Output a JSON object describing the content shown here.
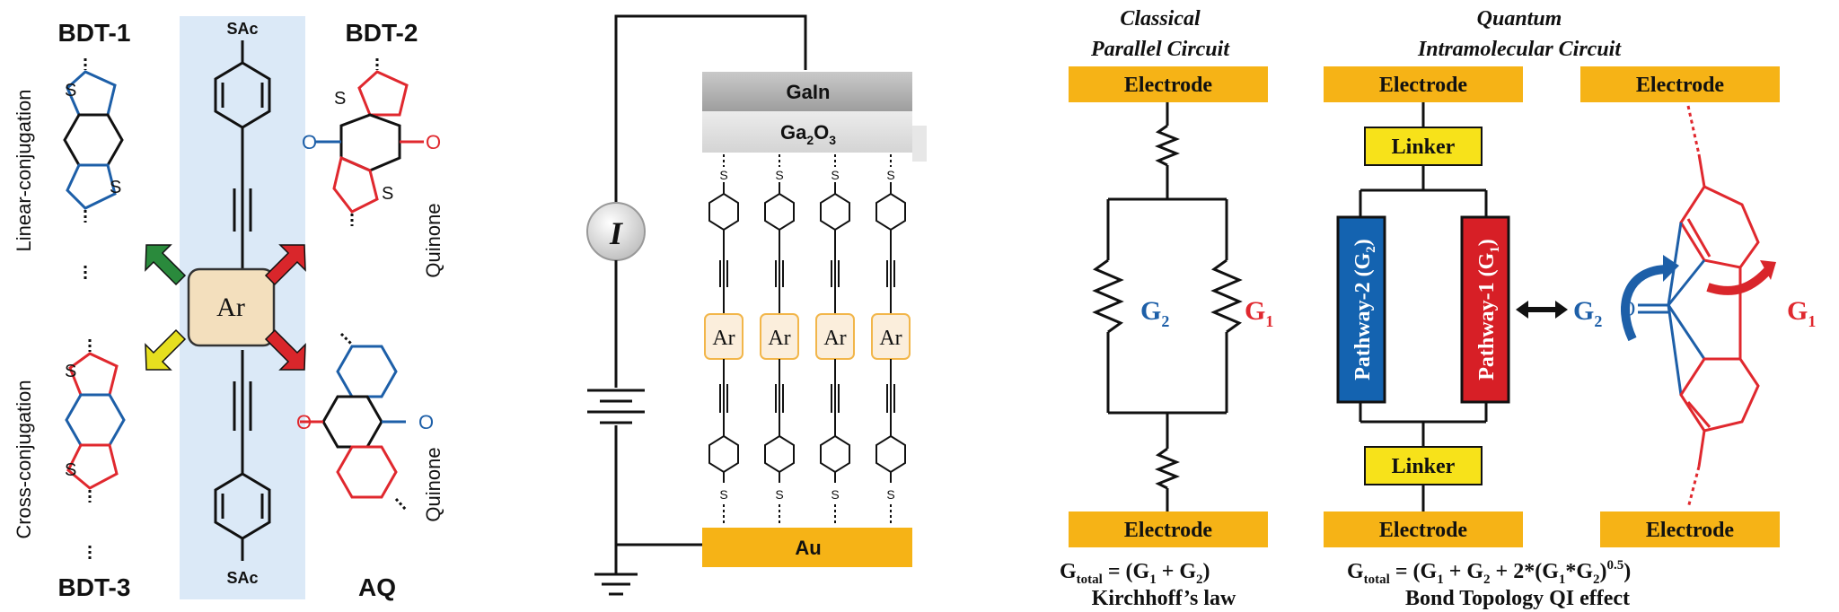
{
  "panel_a": {
    "core_group": "SAc",
    "core_group_bottom": "SAc",
    "ar_label": "Ar",
    "bdt1": "BDT-1",
    "bdt2": "BDT-2",
    "bdt3": "BDT-3",
    "aq": "AQ",
    "linear_conj": "Linear-conjugation",
    "cross_conj": "Cross-conjugation",
    "quinone_top": "Quinone",
    "quinone_bottom": "Quinone",
    "atom_s": "S",
    "atom_o": "O"
  },
  "panel_b": {
    "gain": "GaIn",
    "ga2o3_main": "Ga",
    "ga2o3_sub": "2",
    "ga2o3_o": "O",
    "ga2o3_sub2": "3",
    "au": "Au",
    "meter": "I",
    "ar_labels": [
      "Ar",
      "Ar",
      "Ar",
      "Ar"
    ],
    "atom_s": "S"
  },
  "panel_c": {
    "classical_title1": "Classical",
    "classical_title2": "Parallel Circuit",
    "quantum_title1": "Quantum",
    "quantum_title2": "Intramolecular Circuit",
    "electrode": "Electrode",
    "linker": "Linker",
    "g1": "G",
    "g1_sub": "1",
    "g2": "G",
    "g2_sub": "2",
    "pathway2": "Pathway-2 (G",
    "pathway2_sub": "2",
    "pathway1": "Pathway-1 (G",
    "pathway1_sub": "1",
    "close_paren": ")",
    "formula_classical": "G",
    "formula_classical_sub": "total",
    "formula_classical_rest": " = (G",
    "formula_classical_rest2": " + G",
    "formula_classical_end": ")",
    "kirchhoff": "Kirchhoff’s law",
    "formula_quantum_rest": " = (G",
    "formula_quantum_mid": " + G",
    "formula_quantum_mid2": " + 2*(G",
    "formula_quantum_mid3": "*G",
    "formula_quantum_end": ")",
    "formula_quantum_exp": "0.5",
    "formula_quantum_close": ")",
    "qi_effect": "Bond Topology QI effect",
    "atom_o": "O"
  },
  "colors": {
    "blue": "#1d5fa8",
    "red": "#e0282e",
    "electrode": "#f6b316",
    "linker": "#f7e21a",
    "core_bg": "#dbe9f7",
    "ar_fill": "#f3dfbd",
    "pathway_blue": "#1463b0",
    "pathway_red": "#d71f26",
    "arrow_green": "#2a8a3c",
    "arrow_red": "#d9262b",
    "arrow_yellow": "#e6df1f"
  }
}
